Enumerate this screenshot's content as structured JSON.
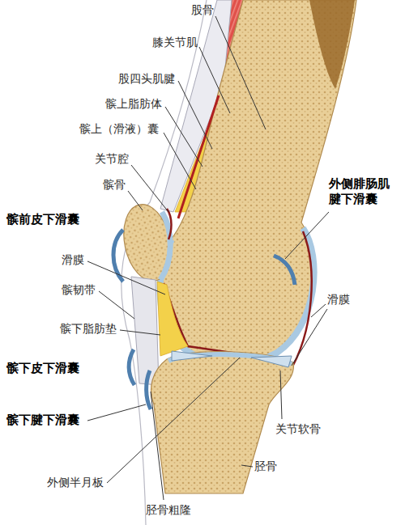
{
  "diagram": {
    "labels": [
      "股骨",
      "膝关节肌",
      "股四头肌腱",
      "髌上脂肪体",
      "髌上（滑液）囊",
      "关节腔",
      "髌骨",
      "外侧腓肠肌 腱下滑囊",
      "髌前皮下滑囊",
      "滑膜",
      "滑膜",
      "髌韧带",
      "髌下脂肪垫",
      "髌下皮下滑囊",
      "髌下腱下滑囊",
      "关节软骨",
      "胫骨",
      "外侧半月板",
      "胫骨粗隆"
    ]
  }
}
